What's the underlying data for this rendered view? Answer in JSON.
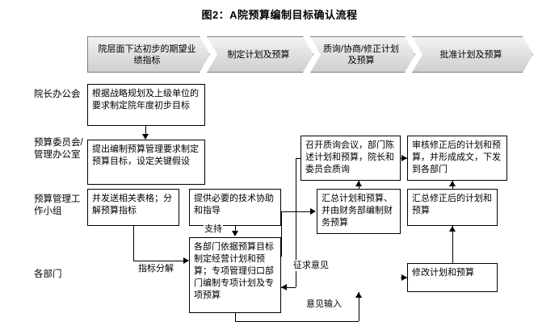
{
  "figure": {
    "title": "图2：A院预算编制目标确认流程"
  },
  "phases": [
    {
      "label": "院层面下达初步的期望业绩指标"
    },
    {
      "label": "制定计划及预算"
    },
    {
      "label": "质询/协商/修正计划及预算"
    },
    {
      "label": "批准计划及预算"
    }
  ],
  "swimlanes": [
    {
      "label": "院长办公会"
    },
    {
      "label": "预算委员会/管理办公室"
    },
    {
      "label": "预算管理工作小组"
    },
    {
      "label": "各部门"
    }
  ],
  "nodes": [
    {
      "id": "n1",
      "text": "根据战略规划及上级单位的要求制定院年度初步目标"
    },
    {
      "id": "n2",
      "text": "提出编制预算管理要求制定预算目标，设定关键假设"
    },
    {
      "id": "n3",
      "text": "并发送相关表格；分解预算指标"
    },
    {
      "id": "n4",
      "text": "提供必要的技术协助和指导"
    },
    {
      "id": "n5",
      "text": "各部门依据预算目标制定经营计划和预算；专项管理归口部门编制专项计划及专项预算"
    },
    {
      "id": "n6",
      "text": "汇总计划和预算、并由财务部编制财务预算"
    },
    {
      "id": "n7",
      "text": "召开质询会议，部门陈述计划和预算，院长和委员会质询"
    },
    {
      "id": "n8",
      "text": "修改计划和预算"
    },
    {
      "id": "n9",
      "text": "汇总修正后的计划和预算"
    },
    {
      "id": "n10",
      "text": "审核修正后的计划和预算，并形成成文，下发到各部门"
    }
  ],
  "edge_labels": [
    {
      "id": "e1",
      "text": "支持"
    },
    {
      "id": "e2",
      "text": "指标分解"
    },
    {
      "id": "e3",
      "text": "征求意见"
    },
    {
      "id": "e4",
      "text": "意见输入"
    }
  ],
  "colors": {
    "border": "#000000",
    "phase_fill": "#e2e2e2",
    "phase_border": "#7f7f7f",
    "background": "#ffffff"
  }
}
